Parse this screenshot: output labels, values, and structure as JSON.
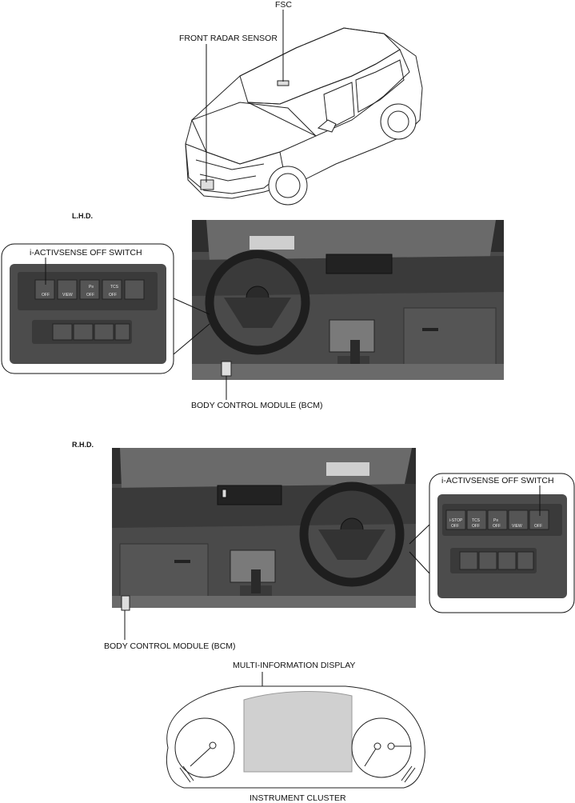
{
  "labels": {
    "fsc": "FSC",
    "front_radar_sensor": "FRONT RADAR SENSOR",
    "lhd": "L.H.D.",
    "rhd": "R.H.D.",
    "activsense_switch_lhd": "i-ACTIVSENSE OFF SWITCH",
    "activsense_switch_rhd": "i-ACTIVSENSE OFF SWITCH",
    "bcm_lhd": "BODY CONTROL MODULE (BCM)",
    "bcm_rhd": "BODY CONTROL MODULE (BCM)",
    "multi_information_display": "MULTI-INFORMATION DISPLAY",
    "instrument_cluster": "INSTRUMENT CLUSTER"
  },
  "switches_lhd": [
    "OFF",
    "VIEW",
    "OFF",
    "OFF"
  ],
  "switches_lhd_top": [
    "",
    "",
    "P≡",
    "TCS"
  ],
  "switches_rhd": [
    "OFF",
    "OFF",
    "OFF",
    "VIEW",
    "OFF"
  ],
  "switches_rhd_top": [
    "i-STOP",
    "TCS",
    "P≡",
    "",
    ""
  ],
  "colors": {
    "dash_dark": "#3a3a3a",
    "dash_mid": "#5a5a5a",
    "dash_light": "#8a8a8a",
    "display": "#d0d0d0"
  }
}
